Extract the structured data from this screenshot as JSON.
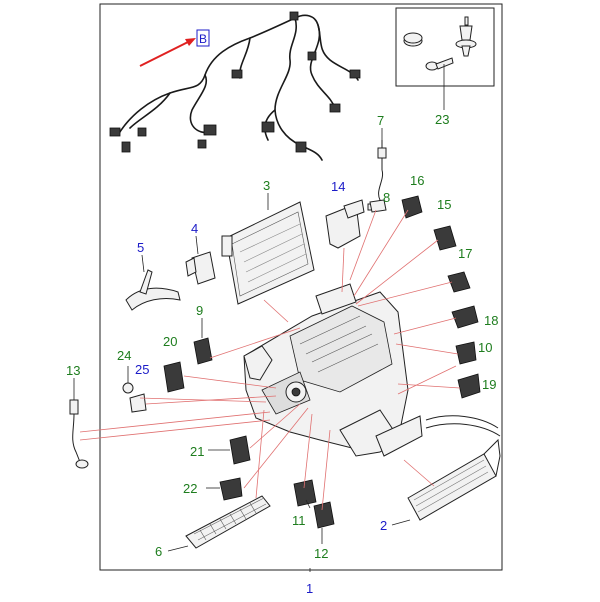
{
  "callouts": {
    "c1": "1",
    "c2": "2",
    "c3": "3",
    "c4": "4",
    "c5": "5",
    "c6": "6",
    "c7": "7",
    "c8": "8",
    "c9": "9",
    "c10": "10",
    "c11": "11",
    "c12": "12",
    "c13": "13",
    "c14": "14",
    "c15": "15",
    "c16": "16",
    "c17": "17",
    "c18": "18",
    "c19": "19",
    "c20": "20",
    "c21": "21",
    "c22": "22",
    "c23": "23",
    "c24": "24",
    "c25": "25"
  },
  "colors": {
    "green": "#1e7d1e",
    "blue": "#1c1cc8",
    "black": "#111111",
    "leader": "#e07070",
    "arrow": "#e02020"
  }
}
